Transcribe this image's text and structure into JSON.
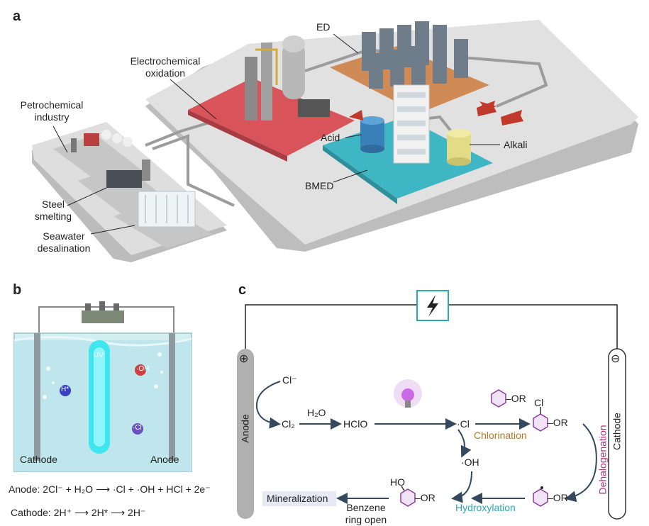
{
  "panel_a": {
    "letter": "a",
    "labels": {
      "petrochemical": "Petrochemical\nindustry",
      "steel": "Steel\nsmelting",
      "seawater": "Seawater\ndesalination",
      "electrochem": "Electrochemical\noxidation",
      "ed": "ED",
      "acid": "Acid",
      "alkali": "Alkali",
      "bmed": "BMED"
    },
    "colors": {
      "platform": "#dcdcdc",
      "red_pad": "#d9545a",
      "orange_pad": "#cf8a55",
      "cyan_pad": "#3fb6c4",
      "acid_tank": "#3a80b8",
      "alkali_tank": "#e3dc86"
    }
  },
  "panel_b": {
    "letter": "b",
    "uv": "UV",
    "oh": "·OH",
    "h": "H*",
    "cl": "·Cl",
    "cathode": "Cathode",
    "anode": "Anode",
    "eq_anode": "Anode: 2Cl⁻ + H₂O ⟶ ·Cl + ·OH + HCl + 2e⁻",
    "eq_cathode": "Cathode: 2H⁺ ⟶ 2H* ⟶ 2H⁻"
  },
  "panel_c": {
    "letter": "c",
    "anode": "Anode",
    "cathode": "Cathode",
    "plus": "⊕",
    "minus": "⊖",
    "cl_minus": "Cl⁻",
    "cl2": "Cl₂",
    "h2o": "H₂O",
    "hclo": "HClO",
    "cl_rad": "·Cl",
    "oh_rad": "·OH",
    "phenyl_or": "–OR",
    "cl_sub": "Cl",
    "ho_sub": "HO",
    "chlorination": "Chlorination",
    "dehalogenation": "Dehalogenation",
    "hydroxylation": "Hydroxylation",
    "mineralization": "Mineralization",
    "benzene_ring_open": "Benzene\nring open",
    "colors": {
      "chlorination": "#b5782a",
      "dehalogenation": "#b0307a",
      "hydroxylation": "#2aa6b5",
      "ring": "#8a3aa0",
      "arrow": "#34495e",
      "mineralization_bg": "#e8e8f4"
    }
  }
}
